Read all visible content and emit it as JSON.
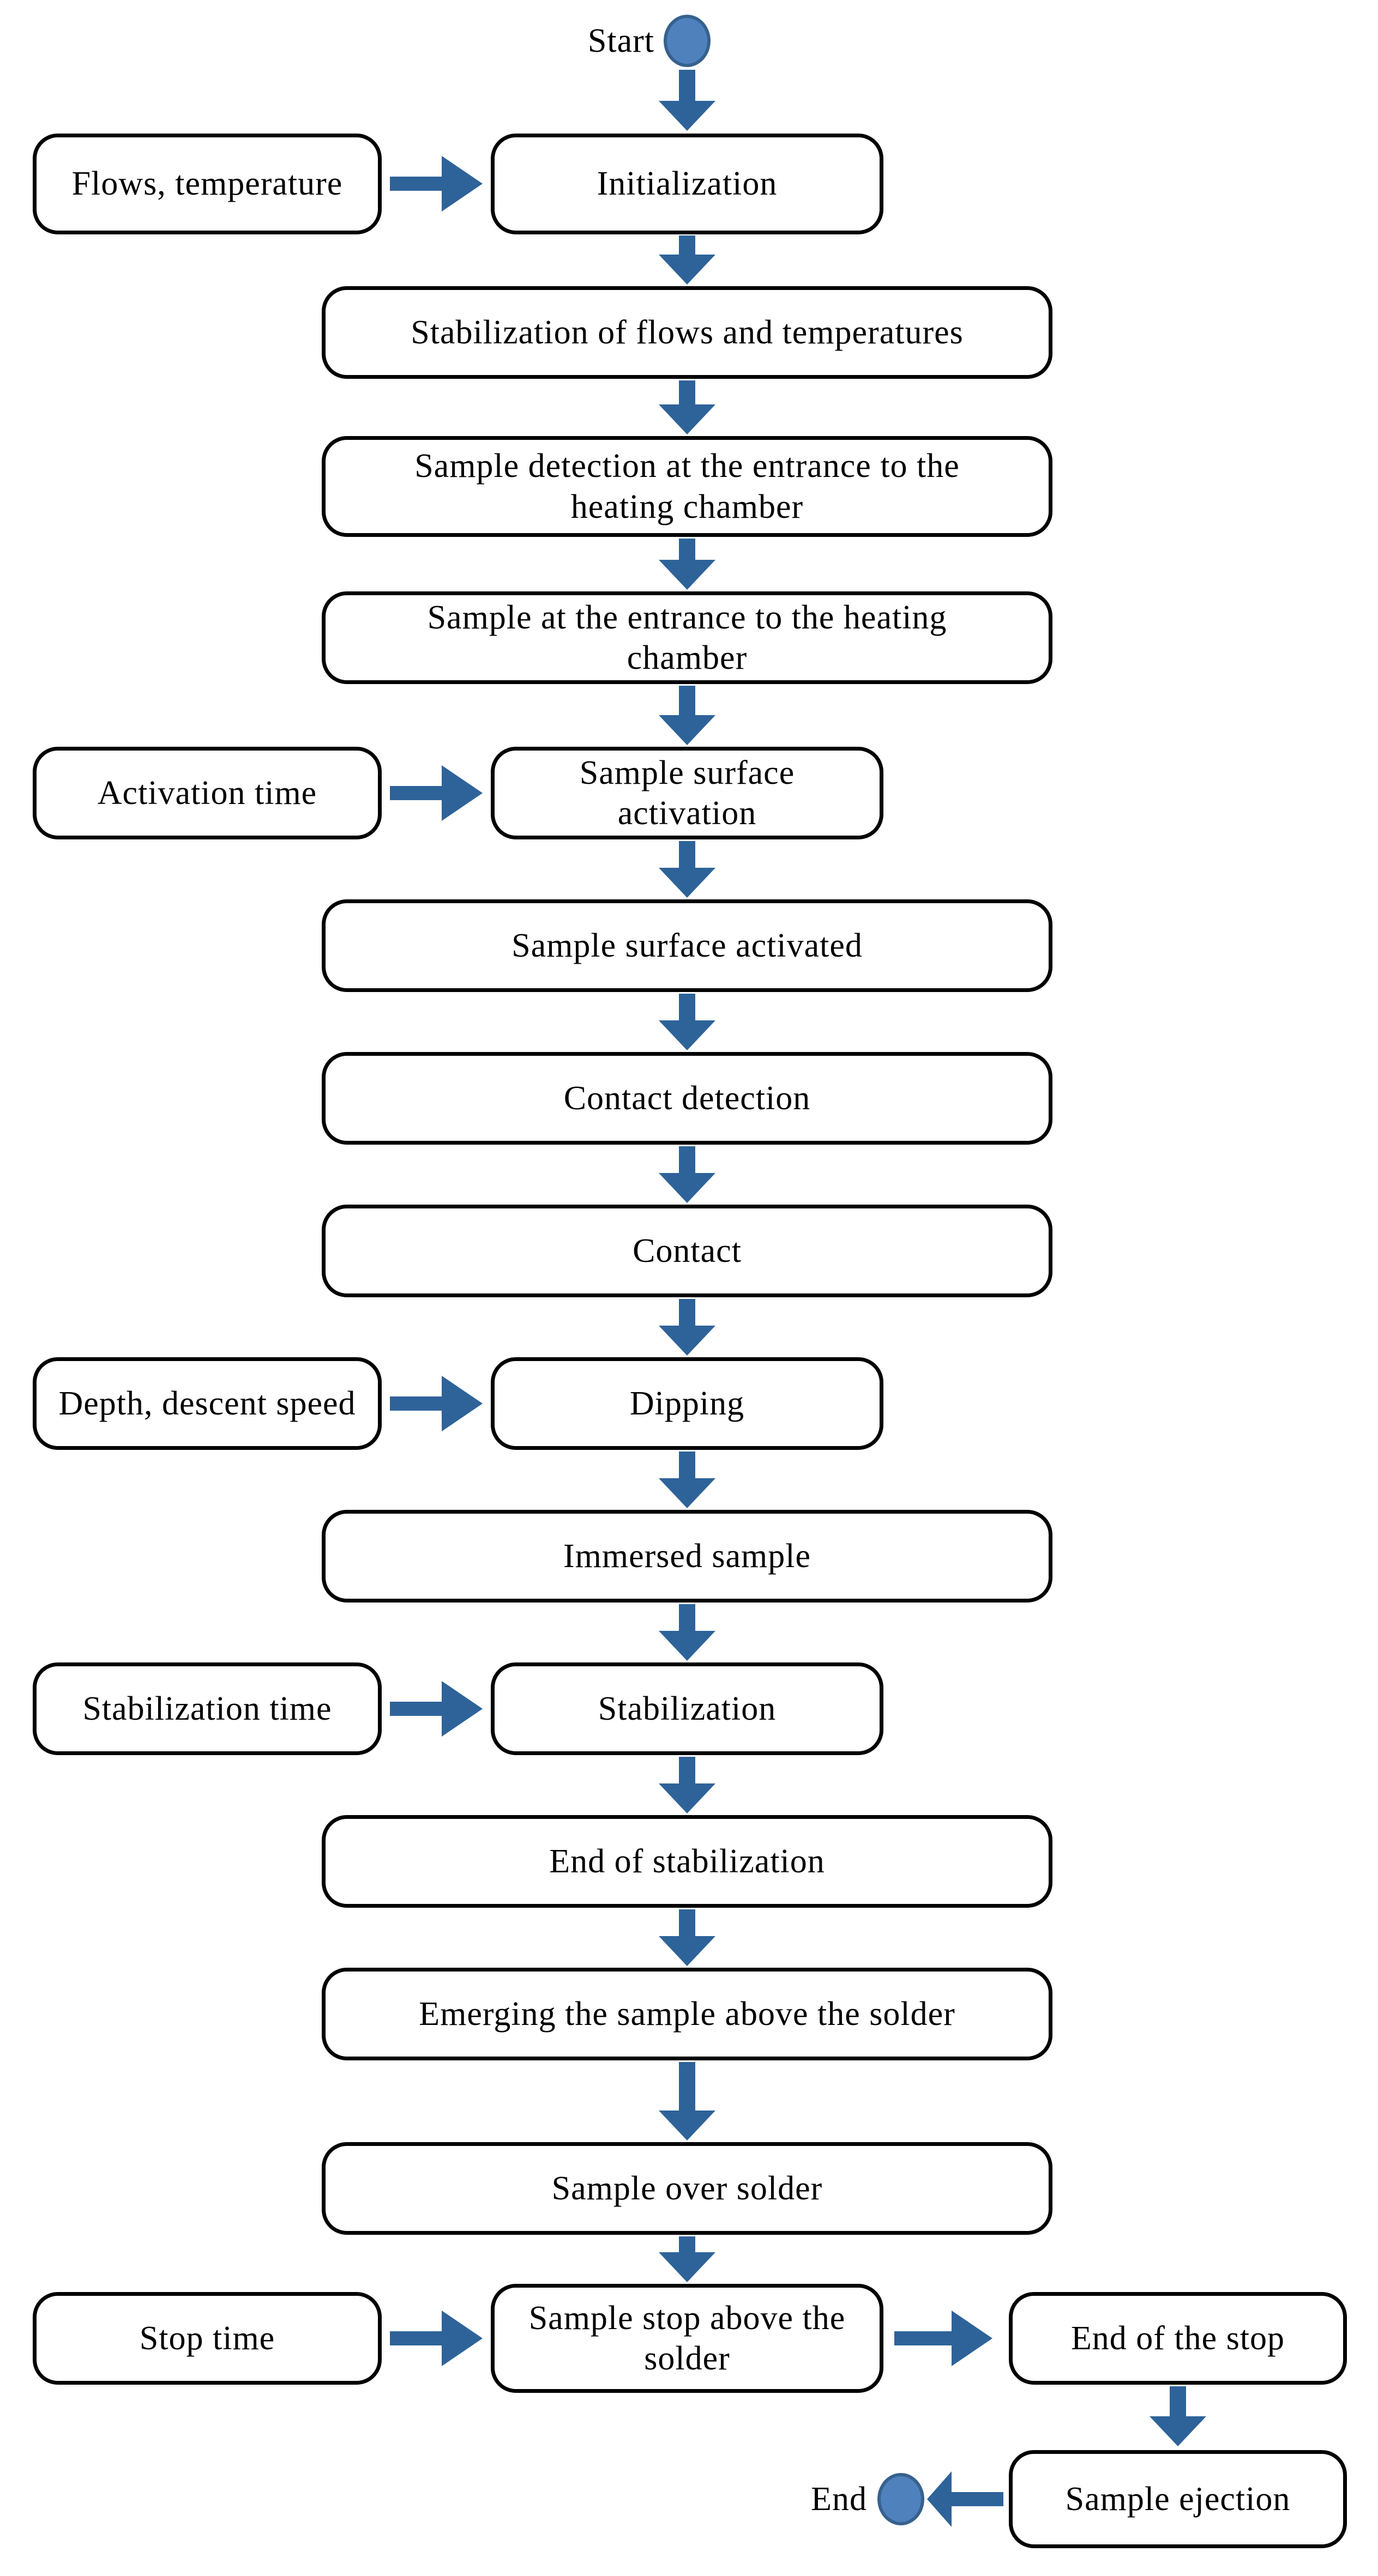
{
  "diagram": {
    "type": "flowchart",
    "terminators": {
      "start": "Start",
      "end": "End"
    },
    "steps": [
      "Initialization",
      "Stabilization of flows and temperatures",
      "Sample detection at the entrance to the\nheating chamber",
      "Sample at the entrance to the heating\nchamber",
      "Sample surface\nactivation",
      "Sample surface activated",
      "Contact detection",
      "Contact",
      "Dipping",
      "Immersed sample",
      "Stabilization",
      "End of stabilization",
      "Emerging the sample above the solder",
      "Sample over solder",
      "Sample stop above the\nsolder",
      "End of the stop",
      "Sample ejection"
    ],
    "inputs": [
      {
        "label": "Flows, temperature",
        "target": "Initialization"
      },
      {
        "label": "Activation time",
        "target": "Sample surface activation"
      },
      {
        "label": "Depth, descent speed",
        "target": "Dipping"
      },
      {
        "label": "Stabilization time",
        "target": "Stabilization"
      },
      {
        "label": "Stop time",
        "target": "Sample stop above the solder"
      }
    ],
    "colors": {
      "arrow": "#2e6399",
      "terminator_fill": "#4f81bd",
      "terminator_border": "#37618e",
      "box_border": "#000000",
      "box_fill": "#ffffff"
    }
  }
}
